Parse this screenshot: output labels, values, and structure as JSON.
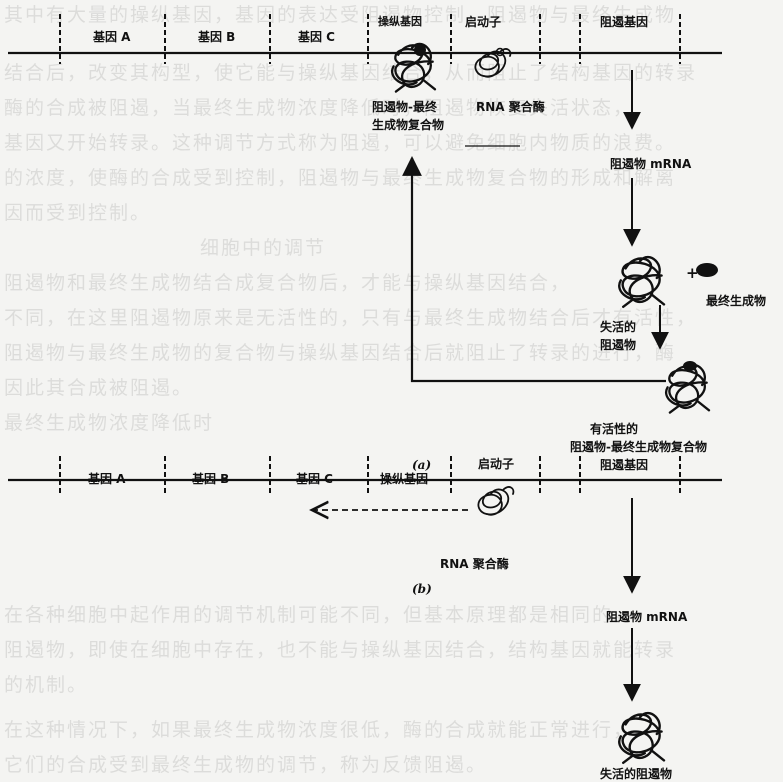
{
  "background_text": [
    "其中有大量的操纵基因，基因的表达受阻遏物控制，阻遏物与最终生成物",
    "结合后，改变其构型，使它能与操纵基因结合，从而阻止了结构基因的转录",
    "酶的合成被阻遏，当最终生成物浓度降低时，阻遏物恢复失活状态，",
    "基因又开始转录。这种调节方式称为阻遏，可以避免细胞内物质的浪费。",
    "的浓度，使酶的合成受到控制，阻遏物与最终生成物复合物的形成和解离",
    "因而受到控制。",
    "细胞中的调节",
    "阻遏物和最终生成物结合成复合物后，才能与操纵基因结合，",
    "不同，在这里阻遏物原来是无活性的，只有与最终生成物结合后才有活性，",
    "阻遏物与最终生成物的复合物与操纵基因结合后就阻止了转录的进行，酶",
    "因此其合成被阻遏。",
    "最终生成物浓度降低时",
    "在各种细胞中起作用的调节机制可能不同，但基本原理都是相同的。",
    "阻遏物，即使在细胞中存在，也不能与操纵基因结合，结构基因就能转录",
    "的机制。",
    "在这种情况下，如果最终生成物浓度很低，酶的合成就能正常进行，",
    "它们的合成受到最终生成物的调节，称为反馈阻遏。"
  ],
  "panel_a": {
    "segments": [
      "基因 A",
      "基因 B",
      "基因 C",
      "操纵基因",
      "启动子",
      "阻遏基因"
    ],
    "complex_label": [
      "阻遏物-最终",
      "生成物复合物"
    ],
    "polymerase_label": "RNA 聚合酶",
    "mrna": "阻遏物 mRNA",
    "plus": "+",
    "product": "最终生成物",
    "inactive": [
      "失活的",
      "阻遏物"
    ],
    "active": [
      "有活性的",
      "阻遏物-最终生成物复合物"
    ],
    "caption": "(a)"
  },
  "panel_b": {
    "segments": [
      "基因 A",
      "基因 B",
      "基因 C",
      "操纵基因",
      "启动子",
      "阻遏基因"
    ],
    "polymerase_label": "RNA 聚合酶",
    "mrna": "阻遏物 mRNA",
    "inactive": "失活的阻遏物",
    "caption": "(b)"
  },
  "colors": {
    "ink": "#111111",
    "paper": "#f4f4f2"
  }
}
